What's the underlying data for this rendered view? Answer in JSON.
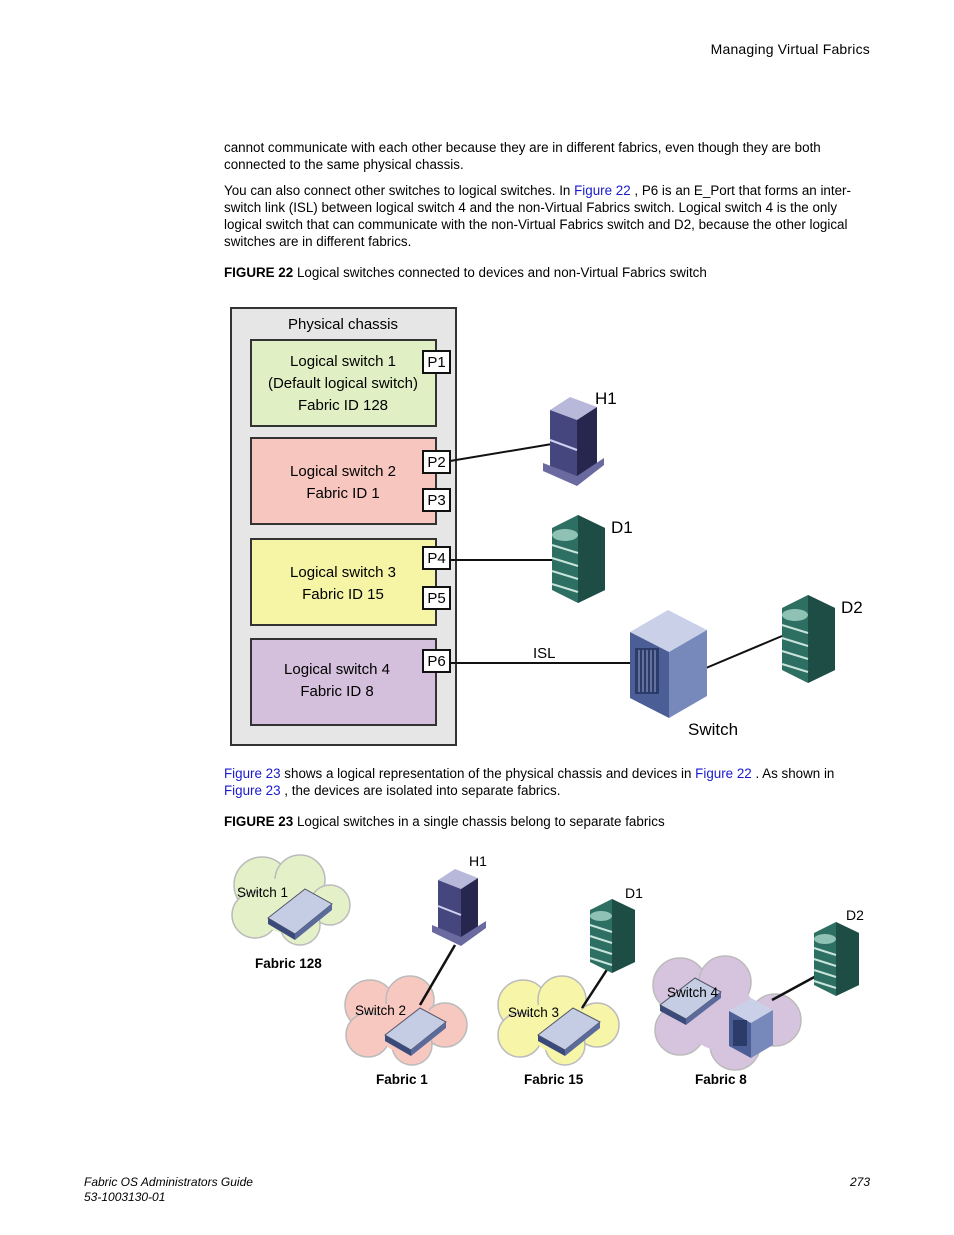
{
  "header": {
    "section": "Managing Virtual Fabrics"
  },
  "para1": "cannot communicate with each other because they are in different fabrics, even though they are both connected to the same physical chassis.",
  "para2": {
    "pre": "You can also connect other switches to logical switches. In ",
    "link": "Figure 22",
    "post": " , P6 is an E_Port that forms an inter-switch link (ISL) between logical switch 4 and the non-Virtual Fabrics switch. Logical switch 4 is the only logical switch that can communicate with the non-Virtual Fabrics switch and D2, because the other logical switches are in different fabrics."
  },
  "figure22": {
    "label": "FIGURE 22",
    "caption": "Logical switches connected to devices and non-Virtual Fabrics switch",
    "chassis_title": "Physical chassis",
    "switches": [
      {
        "line1": "Logical switch 1",
        "line2": "(Default logical switch)",
        "line3": "Fabric ID 128",
        "color": "#e0f0c4"
      },
      {
        "line1": "Logical switch 2",
        "line2": "Fabric ID 1",
        "color": "#f6c6bf"
      },
      {
        "line1": "Logical switch 3",
        "line2": "Fabric ID 15",
        "color": "#f6f5a6"
      },
      {
        "line1": "Logical switch 4",
        "line2": "Fabric ID 8",
        "color": "#d4c0dc"
      }
    ],
    "ports": [
      "P1",
      "P2",
      "P3",
      "P4",
      "P5",
      "P6"
    ],
    "devices": {
      "h1": "H1",
      "d1": "D1",
      "d2": "D2",
      "switch": "Switch",
      "isl": "ISL"
    }
  },
  "para3": {
    "link1": "Figure 23",
    "text1": " shows a logical representation of the physical chassis and devices in ",
    "link2": "Figure 22",
    "text2": " . As shown in ",
    "link3": "Figure 23",
    "text3": " , the devices are isolated into separate fabrics."
  },
  "figure23": {
    "label": "FIGURE 23",
    "caption": "Logical switches in a single chassis belong to separate fabrics",
    "clouds": [
      {
        "switch": "Switch 1",
        "fabric": "Fabric 128",
        "color": "#e4f1c8"
      },
      {
        "switch": "Switch 2",
        "fabric": "Fabric 1",
        "color": "#f7c8c0"
      },
      {
        "switch": "Switch 3",
        "fabric": "Fabric 15",
        "color": "#f7f5a8"
      },
      {
        "switch": "Switch 4",
        "fabric": "Fabric 8",
        "color": "#d6c4df"
      }
    ],
    "devices": {
      "h1": "H1",
      "d1": "D1",
      "d2": "D2"
    }
  },
  "footer": {
    "title": "Fabric OS Administrators Guide",
    "doc_number": "53-1003130-01",
    "page": "273"
  }
}
